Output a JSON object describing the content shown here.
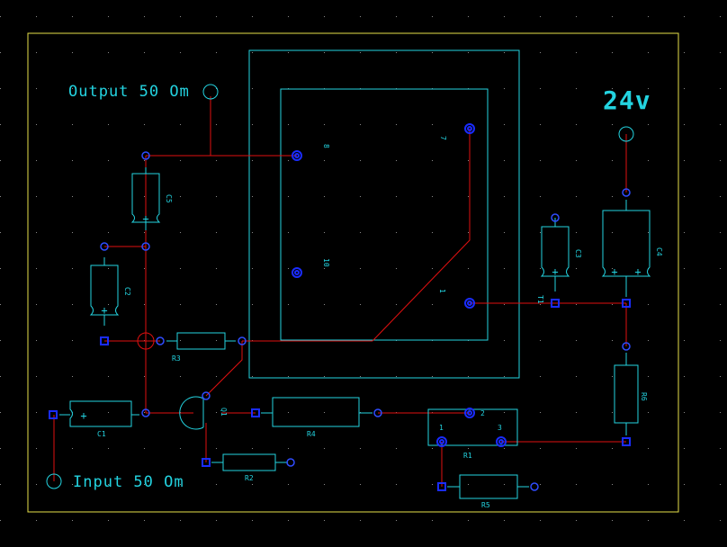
{
  "labels": {
    "output": "Output 50 Om",
    "input": "Input 50 Om",
    "supply": "24v"
  },
  "components": {
    "c1": "C1",
    "c2": "C2",
    "c3": "C3",
    "c4": "C4",
    "c5": "C5",
    "q1": "Q1",
    "r1": "R1",
    "r2": "R2",
    "r3": "R3",
    "r4": "R4",
    "r5": "R5",
    "r6": "R6",
    "t1": "T1"
  },
  "pins": {
    "t1_8": "8",
    "t1_7": "7",
    "t1_10": "10",
    "t1_1": "1",
    "r1_1": "1",
    "r1_2": "2",
    "r1_3": "3"
  },
  "colors": {
    "background": "#000000",
    "outline": "#23d3e0",
    "trace": "#e01010",
    "pad": "#1a2cff",
    "border": "#e6e04a",
    "grid": "#8a8a8a"
  }
}
